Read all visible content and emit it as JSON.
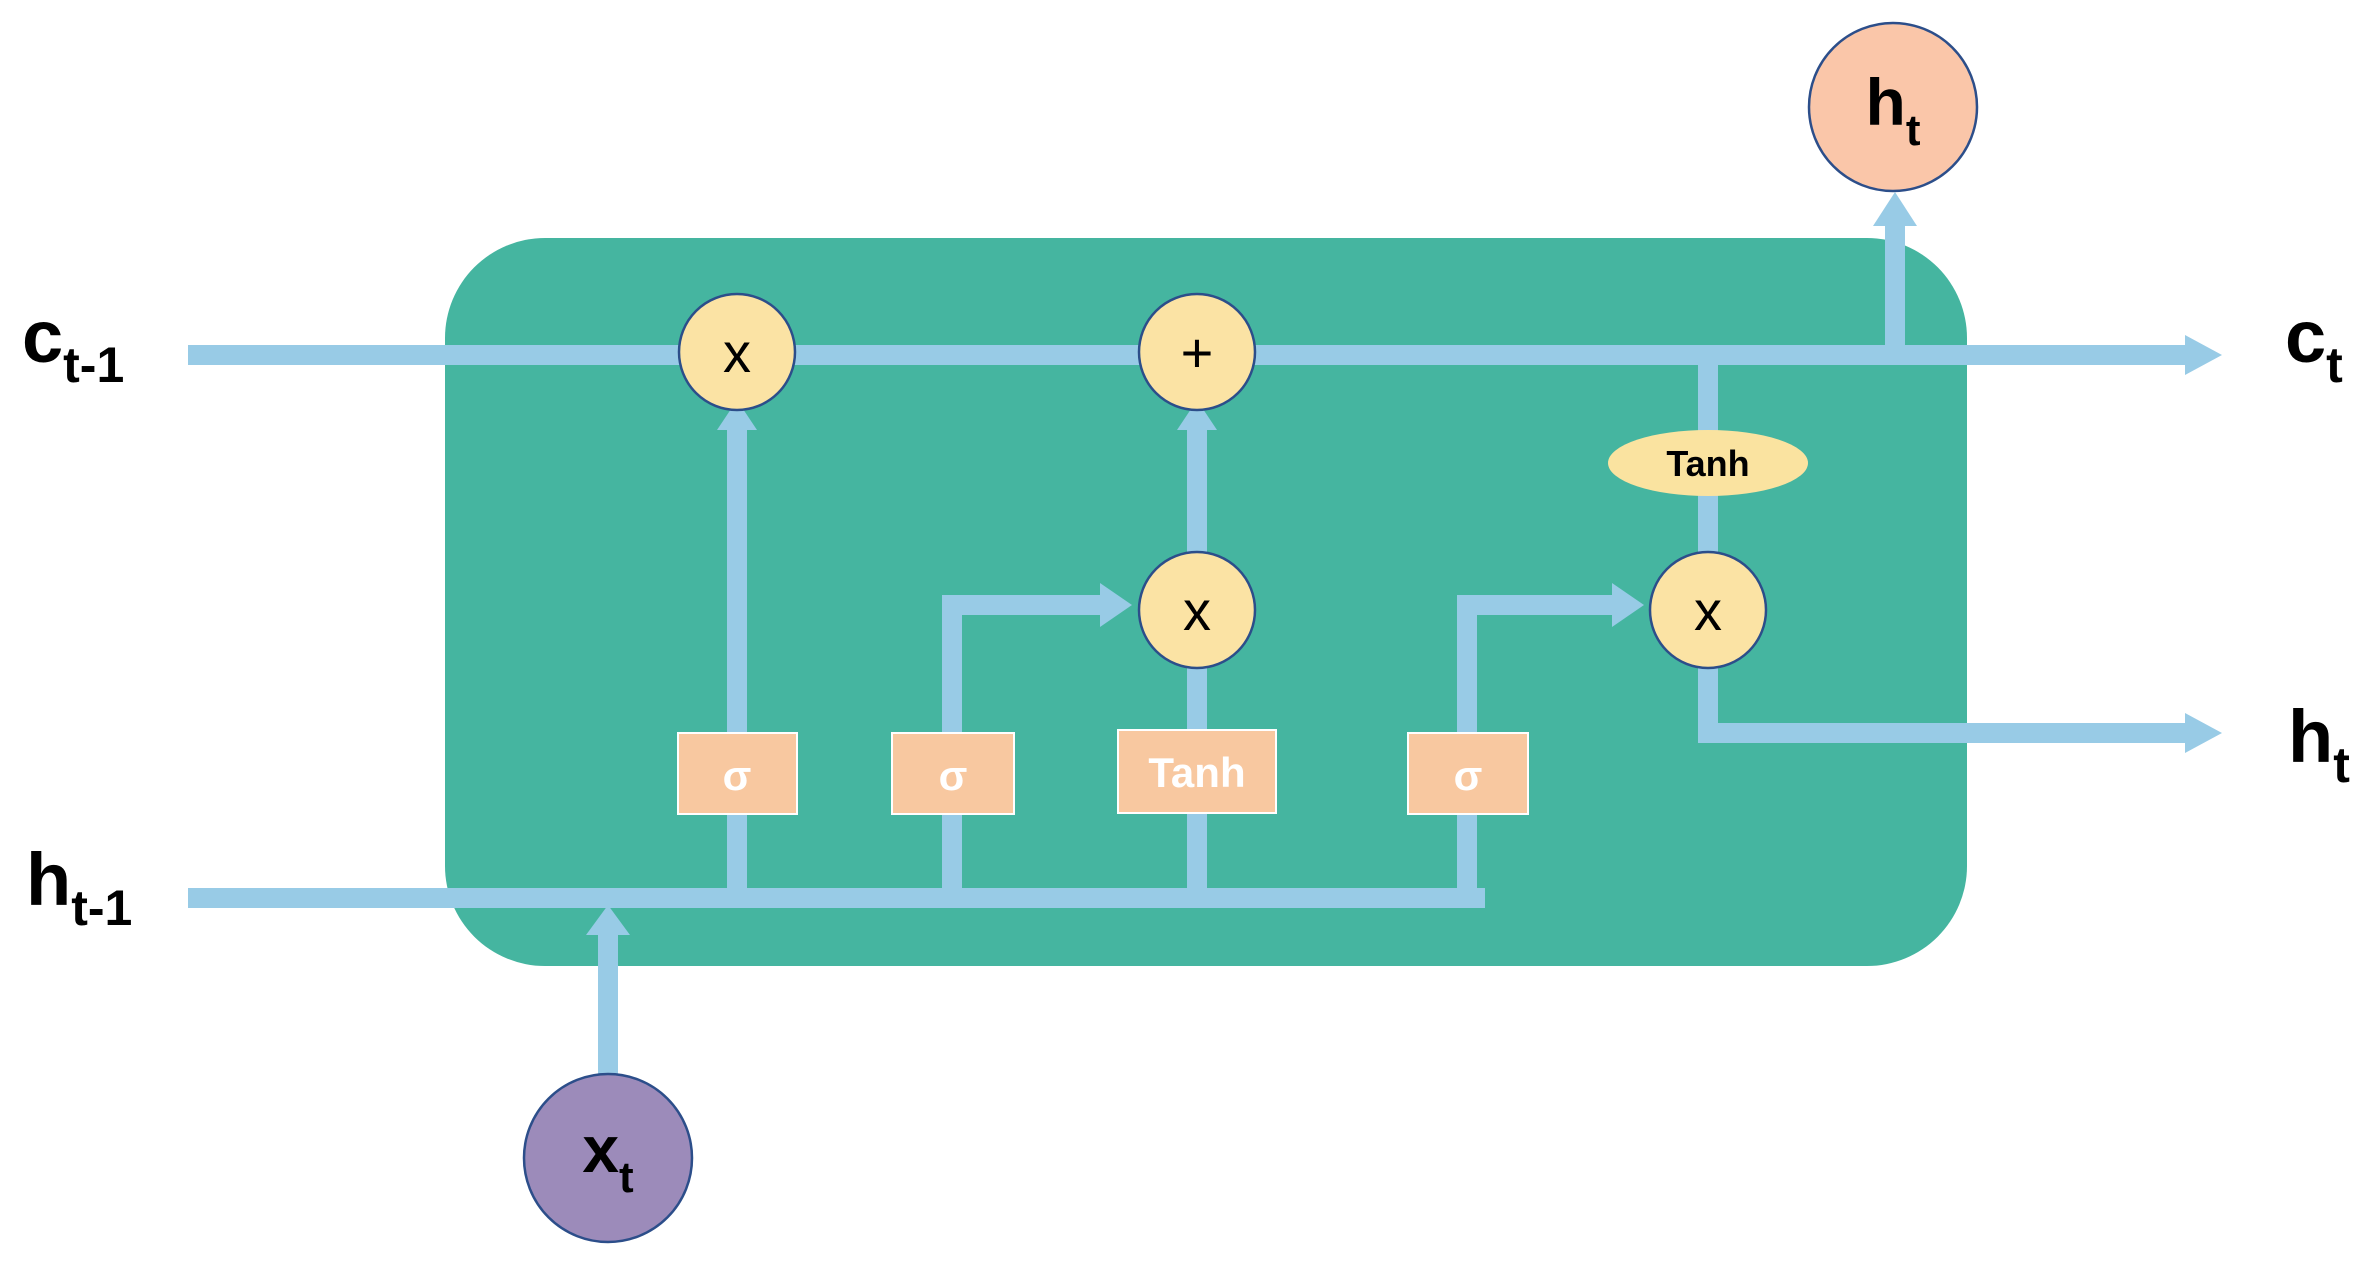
{
  "colors": {
    "cell_bg": "#45B5A0",
    "line": "#98CBE6",
    "op_circle_fill": "#FBE3A4",
    "op_circle_stroke": "#2C4E8A",
    "gate_fill": "#F8C8A0",
    "gate_text": "#FFFFFF",
    "tanh_oval_fill": "#FAE3A0",
    "output_circle_fill": "#FAC6A9",
    "input_circle_fill": "#9C8BBA",
    "label_text": "#000000"
  },
  "labels": {
    "c_prev": {
      "base": "c",
      "sub": "t-1"
    },
    "h_prev": {
      "base": "h",
      "sub": "t-1"
    },
    "c_next": {
      "base": "c",
      "sub": "t"
    },
    "h_next": {
      "base": "h",
      "sub": "t"
    },
    "h_top": {
      "base": "h",
      "sub": "t"
    },
    "x_in": {
      "base": "x",
      "sub": "t"
    }
  },
  "ops": {
    "forget_mult": "x",
    "cell_add": "+",
    "input_mult": "x",
    "output_mult": "x"
  },
  "gates": {
    "forget_sigma": "σ",
    "input_sigma": "σ",
    "candidate_tanh": "Tanh",
    "output_sigma": "σ"
  },
  "tanh_oval": "Tanh"
}
